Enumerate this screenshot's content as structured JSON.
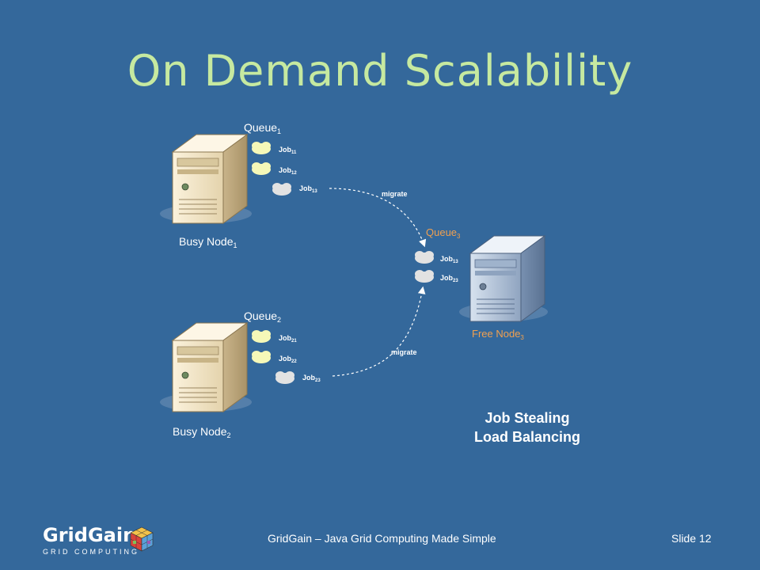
{
  "slide": {
    "title": "On Demand Scalability",
    "footer_center": "GridGain – Java Grid Computing Made Simple",
    "slide_number": "Slide 12"
  },
  "logo": {
    "name": "GridGain",
    "tagline": "GRID COMPUTING"
  },
  "diagram": {
    "busy_node_1": {
      "label": "Busy Node",
      "sub": "1",
      "queue": "Queue",
      "queue_sub": "1",
      "jobs": [
        {
          "label": "Job",
          "sub": "11"
        },
        {
          "label": "Job",
          "sub": "12"
        },
        {
          "label": "Job",
          "sub": "13"
        }
      ]
    },
    "busy_node_2": {
      "label": "Busy Node",
      "sub": "2",
      "queue": "Queue",
      "queue_sub": "2",
      "jobs": [
        {
          "label": "Job",
          "sub": "21"
        },
        {
          "label": "Job",
          "sub": "22"
        },
        {
          "label": "Job",
          "sub": "23"
        }
      ]
    },
    "free_node_3": {
      "label": "Free Node",
      "sub": "3",
      "queue": "Queue",
      "queue_sub": "3",
      "jobs": [
        {
          "label": "Job",
          "sub": "13"
        },
        {
          "label": "Job",
          "sub": "23"
        }
      ]
    },
    "migrate_label": "migrate",
    "caption_line1": "Job Stealing",
    "caption_line2": "Load Balancing"
  },
  "colors": {
    "background": "#34689b",
    "title": "#c6e9a0",
    "queue3": "#f0a050",
    "busy_job_cloud": "#f5f8b8",
    "idle_job_cloud": "#e2e2e2"
  }
}
